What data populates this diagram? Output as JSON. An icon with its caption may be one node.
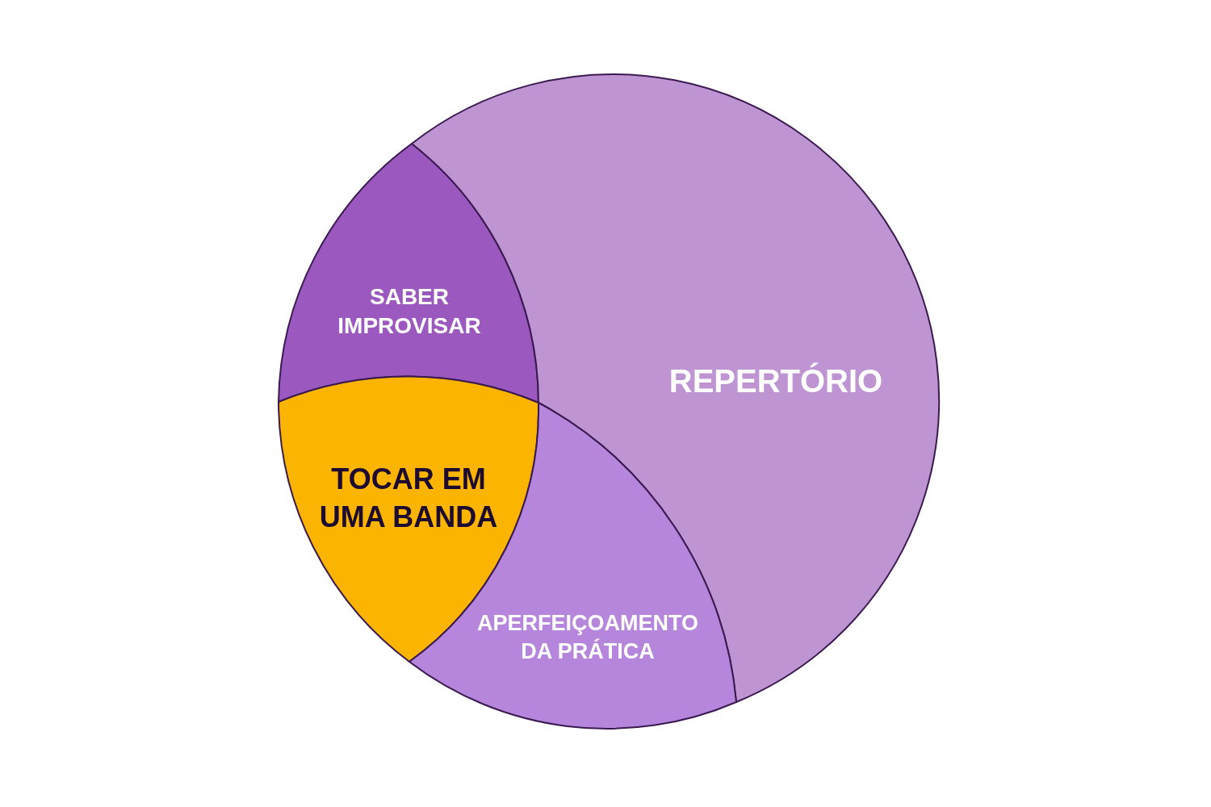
{
  "diagram": {
    "nodes": [
      {
        "text": [
          "SABER IMPROVISAR"
        ]
      },
      {
        "text": [
          "REPERTÓRIO"
        ]
      },
      {
        "text": [
          "TOCAR EM UMA BANDA"
        ]
      },
      {
        "text": [
          "APERFEIÇOAMENTO DA PRÁTICA"
        ]
      }
    ]
  }
}
